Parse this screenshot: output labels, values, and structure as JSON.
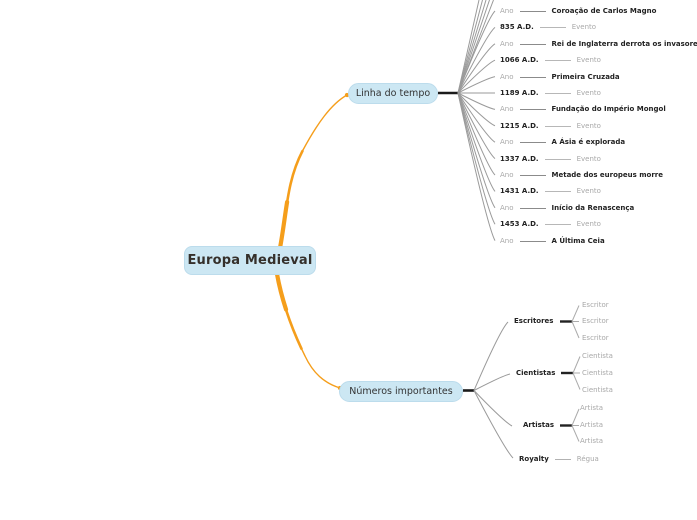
{
  "root": {
    "label": "Europa Medieval"
  },
  "branches": {
    "timeline": {
      "label": "Linha do tempo",
      "rows": [
        {
          "left": "Ano",
          "right": "Coroação de Carlos Magno"
        },
        {
          "left": "835 A.D.",
          "right": "Evento"
        },
        {
          "left": "Ano",
          "right": "Rei de Inglaterra derrota os invasores"
        },
        {
          "left": "1066 A.D.",
          "right": "Evento"
        },
        {
          "left": "Ano",
          "right": "Primeira Cruzada"
        },
        {
          "left": "1189 A.D.",
          "right": "Evento"
        },
        {
          "left": "Ano",
          "right": "Fundação do Império Mongol"
        },
        {
          "left": "1215 A.D.",
          "right": "Evento"
        },
        {
          "left": "Ano",
          "right": "A Ásia é explorada"
        },
        {
          "left": "1337 A.D.",
          "right": "Evento"
        },
        {
          "left": "Ano",
          "right": "Metade dos europeus morre"
        },
        {
          "left": "1431 A.D.",
          "right": "Evento"
        },
        {
          "left": "Ano",
          "right": "Início da Renascença"
        },
        {
          "left": "1453 A.D.",
          "right": "Evento"
        },
        {
          "left": "Ano",
          "right": "A Última Ceia"
        }
      ]
    },
    "numbers": {
      "label": "Números importantes",
      "groups": [
        {
          "label": "Escritores",
          "children": [
            "Escritor",
            "Escritor",
            "Escritor"
          ]
        },
        {
          "label": "Cientistas",
          "children": [
            "Cientista",
            "Cientista",
            "Cientista"
          ]
        },
        {
          "label": "Artistas",
          "children": [
            "Artista",
            "Artista",
            "Artista"
          ]
        },
        {
          "label": "Royalty",
          "children": [
            "Régua"
          ]
        }
      ]
    }
  },
  "colors": {
    "branch_accent": "#F59E1B",
    "node_fill": "#CCE7F3",
    "dark_text": "#222222",
    "gray_text": "#A8A8A8",
    "connector_gray": "#9A9A9A"
  }
}
